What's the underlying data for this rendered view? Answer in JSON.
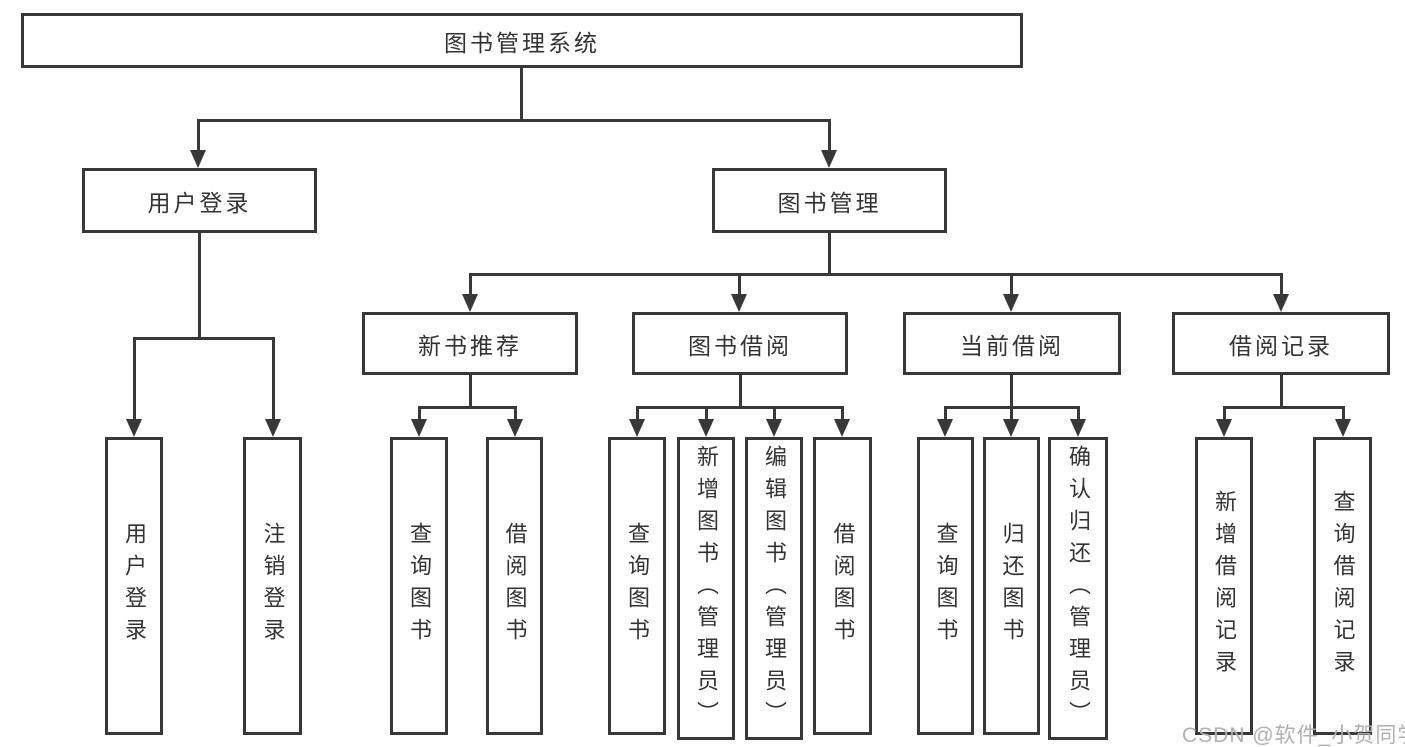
{
  "org_tree": {
    "root": {
      "label": "图书管理系统",
      "children": [
        {
          "label": "用户登录",
          "children": [
            {
              "label": "用户登录"
            },
            {
              "label": "注销登录"
            }
          ]
        },
        {
          "label": "图书管理",
          "children": [
            {
              "label": "新书推荐",
              "children": [
                {
                  "label": "查询图书"
                },
                {
                  "label": "借阅图书"
                }
              ]
            },
            {
              "label": "图书借阅",
              "children": [
                {
                  "label": "查询图书"
                },
                {
                  "label": "新增图书（管理员）"
                },
                {
                  "label": "编辑图书（管理员）"
                },
                {
                  "label": "借阅图书"
                }
              ]
            },
            {
              "label": "当前借阅",
              "children": [
                {
                  "label": "查询图书"
                },
                {
                  "label": "归还图书"
                },
                {
                  "label": "确认归还（管理员）"
                }
              ]
            },
            {
              "label": "借阅记录",
              "children": [
                {
                  "label": "新增借阅记录"
                },
                {
                  "label": "查询借阅记录"
                }
              ]
            }
          ]
        }
      ]
    }
  },
  "watermark": {
    "text": "CSDN @软件_小贺同学"
  },
  "colors": {
    "line": "#383838",
    "text": "#333333",
    "watermark": "#b0b0b0",
    "background": "#ffffff"
  }
}
